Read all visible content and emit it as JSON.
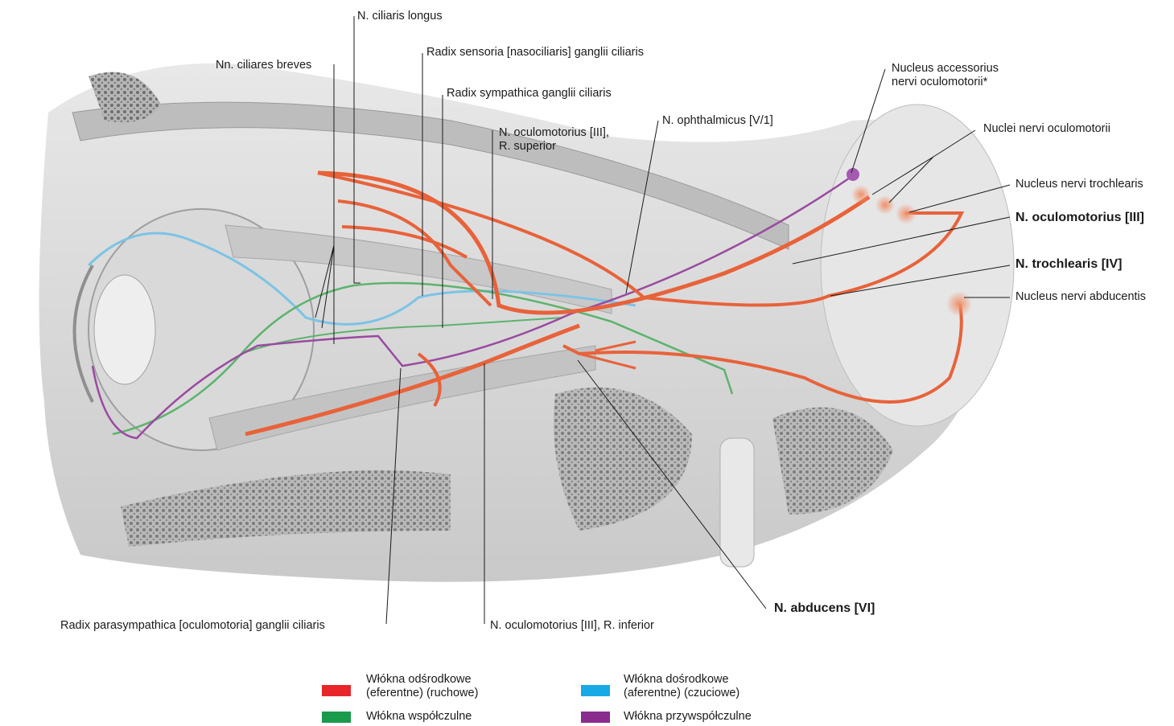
{
  "labels": {
    "ciliaris_longus": "N. ciliaris longus",
    "radix_sensoria": "Radix sensoria [nasociliaris] ganglii ciliaris",
    "ciliares_breves": "Nn. ciliares breves",
    "radix_sympathica": "Radix sympathica ganglii ciliaris",
    "oculomotorius_sup_1": "N. oculomotorius [III],",
    "oculomotorius_sup_2": "R. superior",
    "ophthalmicus": "N. ophthalmicus [V/1]",
    "nucleus_accessorius_1": "Nucleus accessorius",
    "nucleus_accessorius_2": "nervi oculomotorii*",
    "nuclei_oculomotorii": "Nuclei nervi oculomotorii",
    "nucleus_trochlearis": "Nucleus nervi trochlearis",
    "n_oculomotorius": "N. oculomotorius [III]",
    "n_trochlearis": "N. trochlearis [IV]",
    "nucleus_abducentis": "Nucleus nervi abducentis",
    "radix_parasympathica": "Radix parasympathica [oculomotoria] ganglii ciliaris",
    "oculomotorius_inf": "N. oculomotorius [III], R. inferior",
    "n_abducens": "N. abducens [VI]"
  },
  "legend": [
    {
      "line1": "Włókna odśrodkowe",
      "line2": "(eferentne) (ruchowe)",
      "color": "#e8252b"
    },
    {
      "line1": "Włókna dośrodkowe",
      "line2": "(aferentne) (czuciowe)",
      "color": "#18a9e6"
    },
    {
      "line1": "Włókna współczulne",
      "line2": "",
      "color": "#1a9a4b"
    },
    {
      "line1": "Włókna przywspółczulne",
      "line2": "",
      "color": "#8a2b8e"
    }
  ],
  "colors": {
    "efferent": "#e8623a",
    "afferent": "#7cc3e6",
    "sympathetic": "#5cb36d",
    "parasympathetic": "#9a4aa0",
    "tissue": "#d4d4d4"
  }
}
